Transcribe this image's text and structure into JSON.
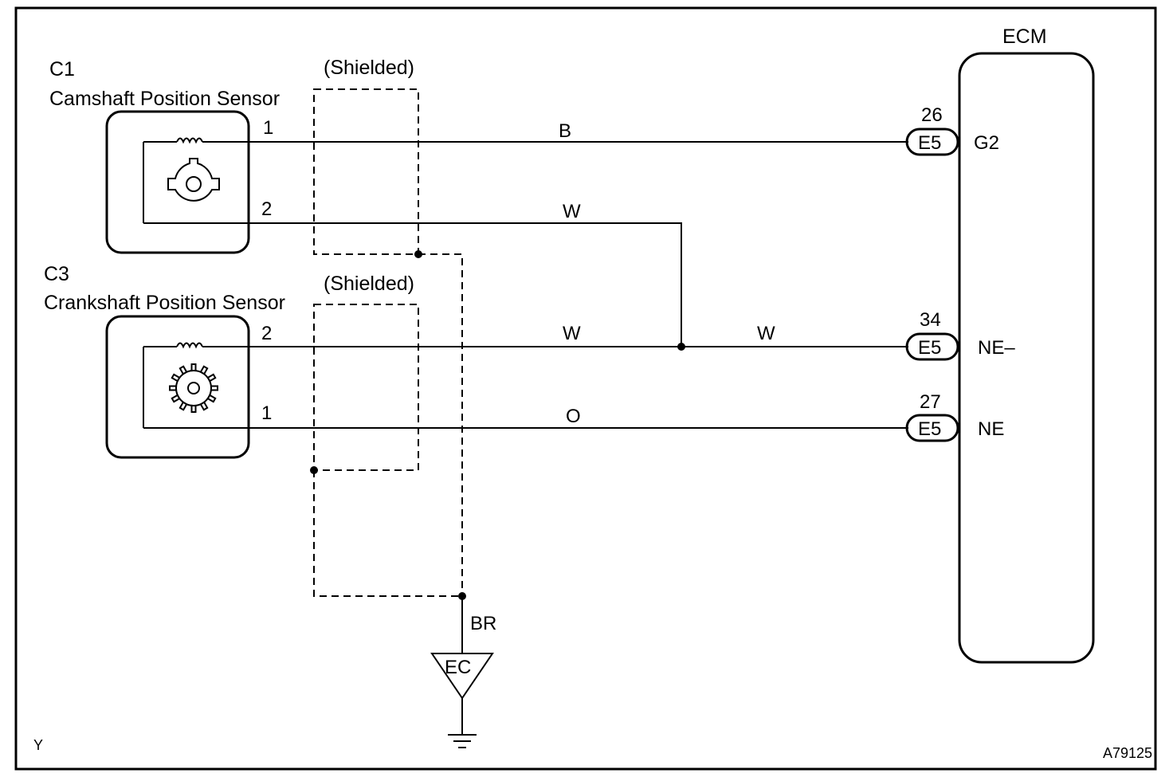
{
  "sensors": {
    "cam": {
      "code": "C1",
      "name": "Camshaft Position Sensor",
      "pin_top": "1",
      "pin_bottom": "2"
    },
    "crank": {
      "code": "C3",
      "name": "Crankshaft Position Sensor",
      "pin_top": "2",
      "pin_bottom": "1"
    }
  },
  "shield_labels": {
    "cam": "(Shielded)",
    "crank": "(Shielded)"
  },
  "wires": {
    "cam_signal": "B",
    "cam_return": "W",
    "crank_return": "W",
    "ne_minus": "W",
    "crank_signal": "O",
    "ground": "BR"
  },
  "ecm": {
    "title": "ECM",
    "terminals": [
      {
        "pin": "26",
        "connector": "E5",
        "signal": "G2"
      },
      {
        "pin": "34",
        "connector": "E5",
        "signal": "NE–"
      },
      {
        "pin": "27",
        "connector": "E5",
        "signal": "NE"
      }
    ]
  },
  "ground_label": "EC",
  "corner_left": "Y",
  "figure_code": "A79125"
}
